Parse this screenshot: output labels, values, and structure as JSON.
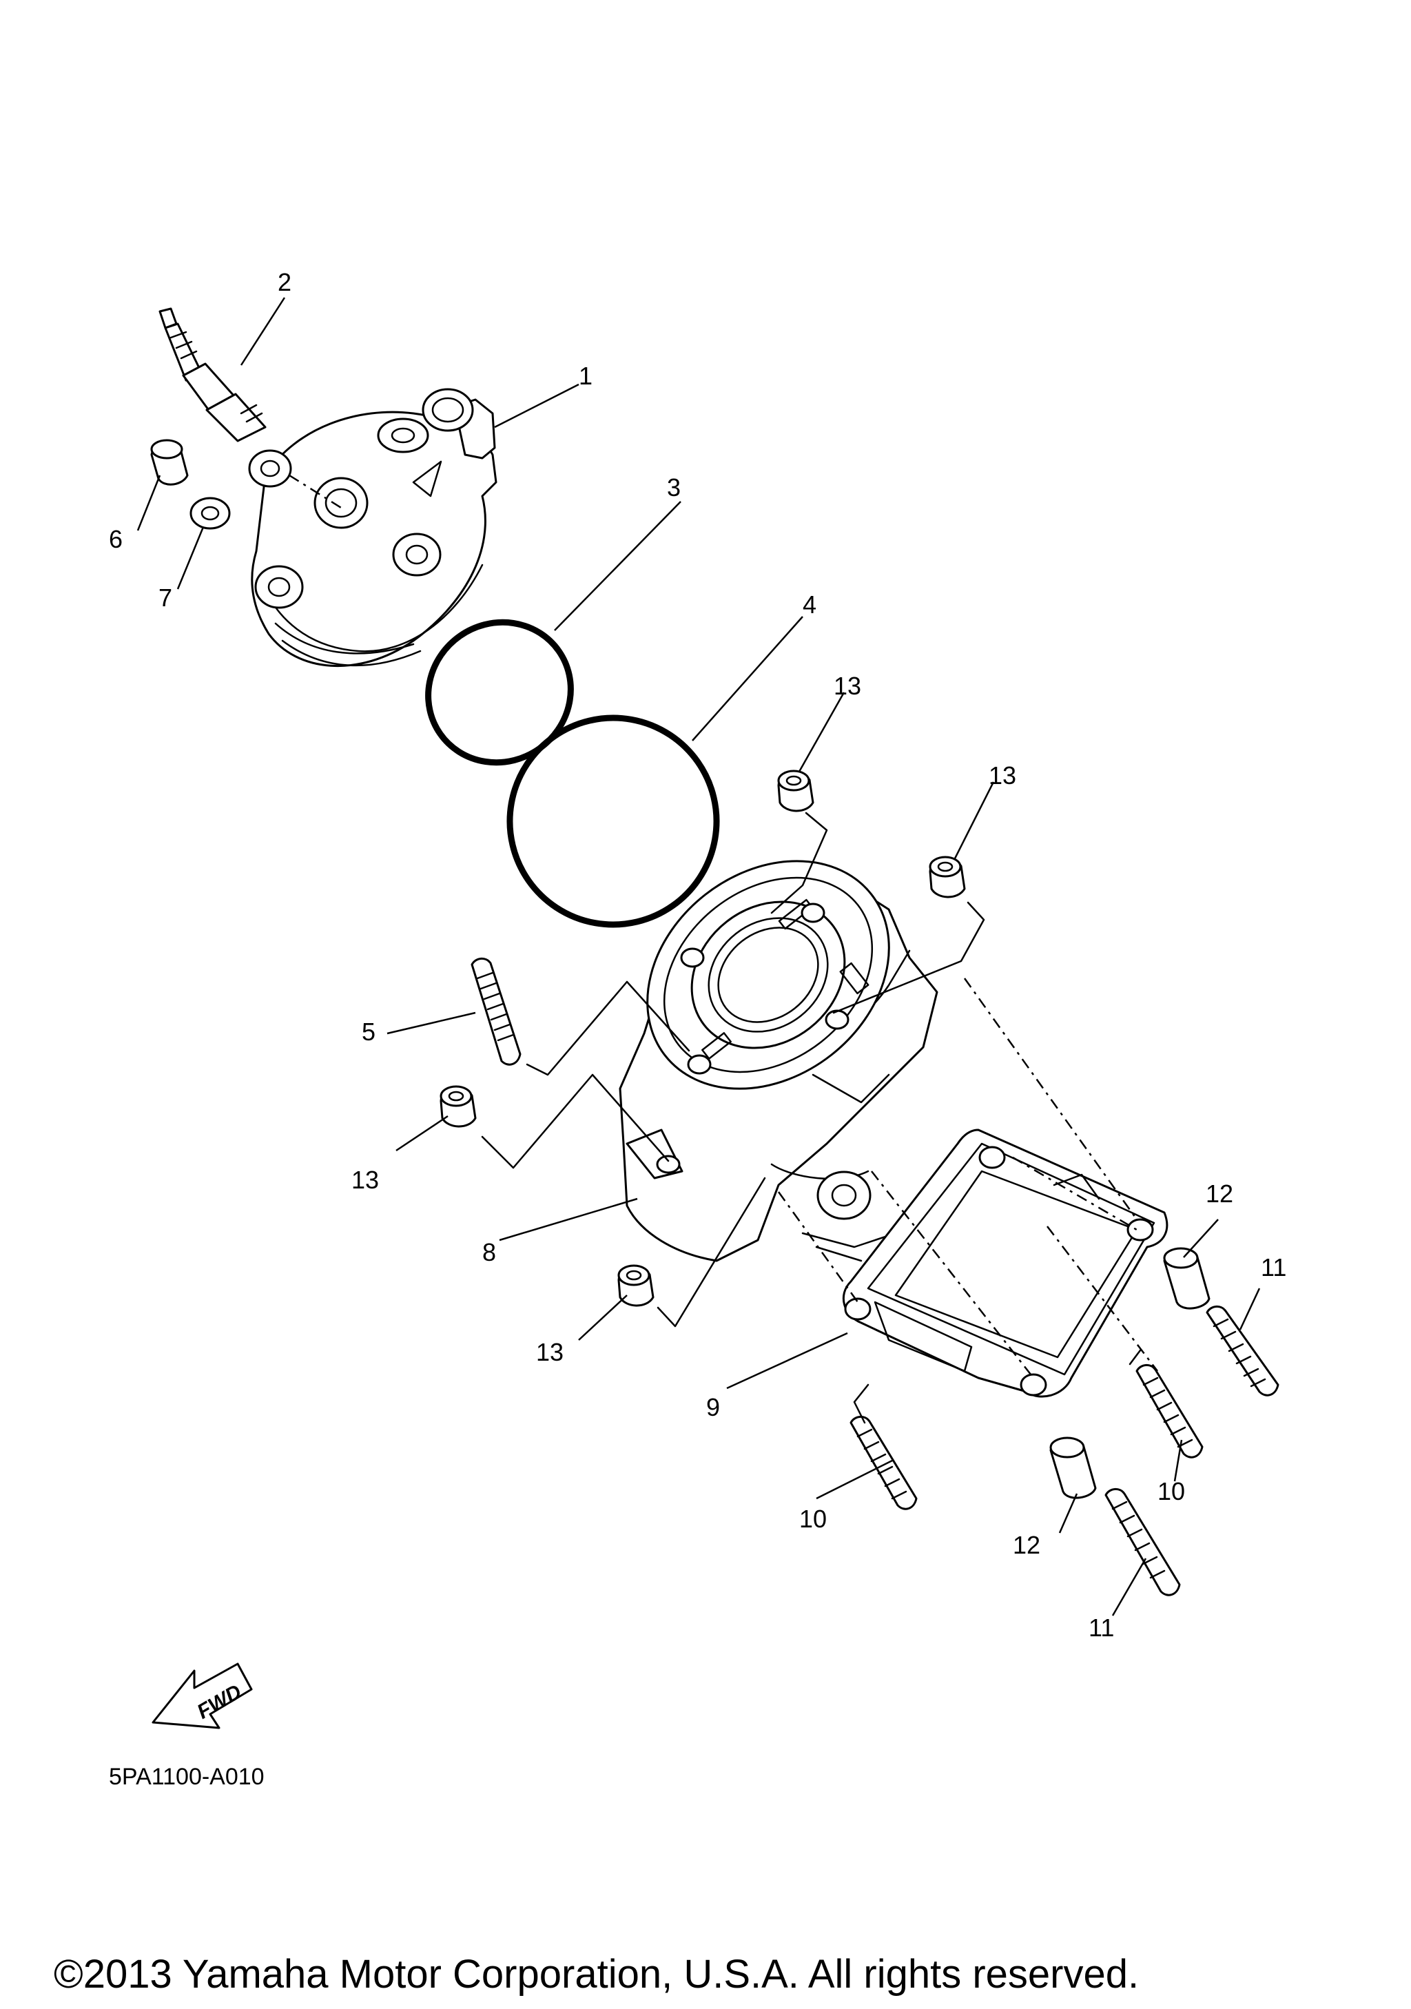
{
  "diagram": {
    "callouts": {
      "c1": "1",
      "c2": "2",
      "c3": "3",
      "c4": "4",
      "c5": "5",
      "c6": "6",
      "c7": "7",
      "c8": "8",
      "c9": "9",
      "c10a": "10",
      "c10b": "10",
      "c11a": "11",
      "c11b": "11",
      "c12a": "12",
      "c12b": "12",
      "c13a": "13",
      "c13b": "13",
      "c13c": "13",
      "c13d": "13"
    },
    "fwd_label": "FWD",
    "drawing_code": "5PA1100-A010",
    "copyright": "©2013 Yamaha Motor Corporation, U.S.A. All rights reserved."
  },
  "colors": {
    "ink": "#000000",
    "paper": "#ffffff"
  }
}
